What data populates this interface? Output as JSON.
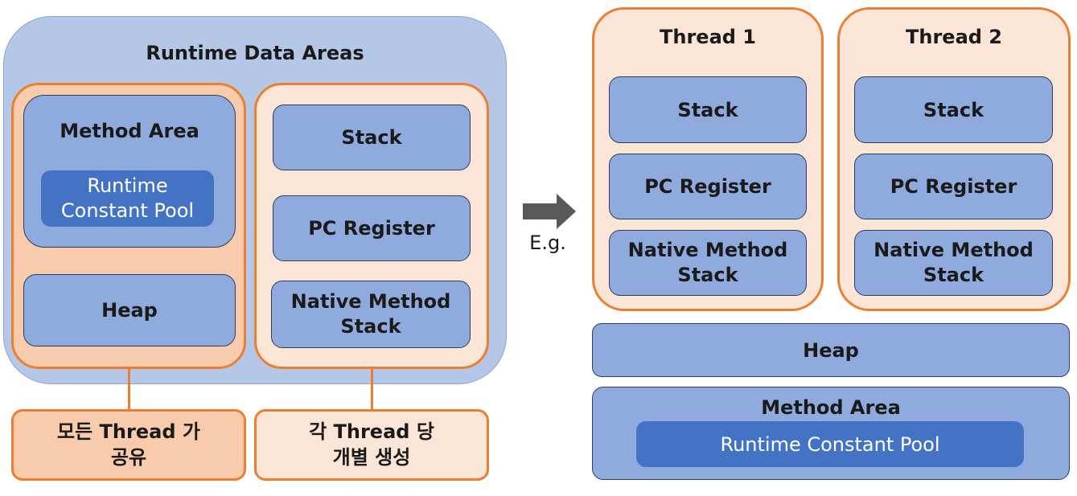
{
  "left": {
    "title": "Runtime Data Areas",
    "shared": {
      "method_area": "Method Area",
      "runtime_pool_line1": "Runtime",
      "runtime_pool_line2": "Constant Pool",
      "heap": "Heap"
    },
    "per_thread": {
      "stack": "Stack",
      "pc_register": "PC Register",
      "native_line1": "Native Method",
      "native_line2": "Stack"
    },
    "label_shared_line1": "모든 Thread 가",
    "label_shared_line2": "공유",
    "label_thread_line1": "각 Thread 당",
    "label_thread_line2": "개별 생성"
  },
  "arrow_label": "E.g.",
  "right": {
    "thread1": {
      "title": "Thread 1",
      "stack": "Stack",
      "pc_register": "PC Register",
      "native_line1": "Native Method",
      "native_line2": "Stack"
    },
    "thread2": {
      "title": "Thread 2",
      "stack": "Stack",
      "pc_register": "PC Register",
      "native_line1": "Native Method",
      "native_line2": "Stack"
    },
    "heap": "Heap",
    "method_area": "Method Area",
    "runtime_pool": "Runtime Constant Pool"
  },
  "colors": {
    "outer_blue": "#b4c7e7",
    "mid_blue": "#8faadc",
    "dark_blue": "#4472c4",
    "orange_border": "#ed7d31",
    "orange_fill": "#f8cbad",
    "orange_light": "#fbe5d6",
    "arrow_gray": "#595959"
  }
}
